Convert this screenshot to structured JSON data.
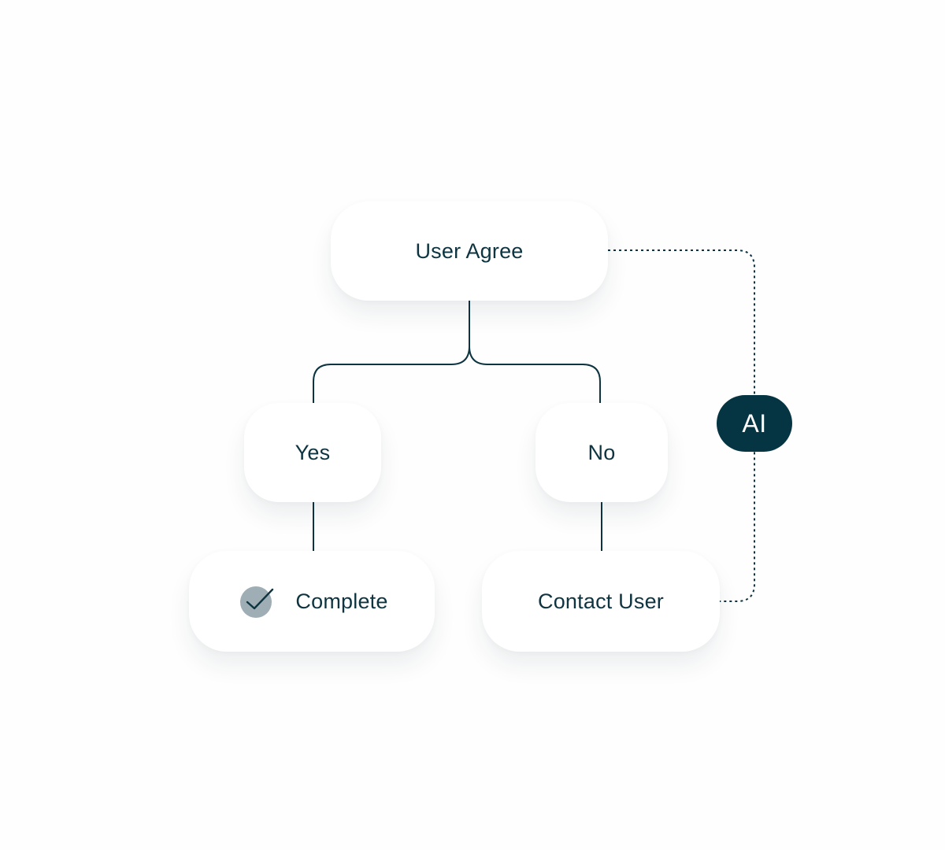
{
  "diagram": {
    "root": {
      "label": "User Agree"
    },
    "branches": [
      {
        "label": "Yes",
        "outcome": {
          "label": "Complete",
          "icon": "check-icon"
        }
      },
      {
        "label": "No",
        "outcome": {
          "label": "Contact User"
        }
      }
    ],
    "ai_badge": {
      "label": "AI"
    }
  },
  "colors": {
    "ink": "#0d3440",
    "badge_bg": "#053542",
    "check_circle": "#9eaeb4",
    "background": "#fefefe"
  }
}
